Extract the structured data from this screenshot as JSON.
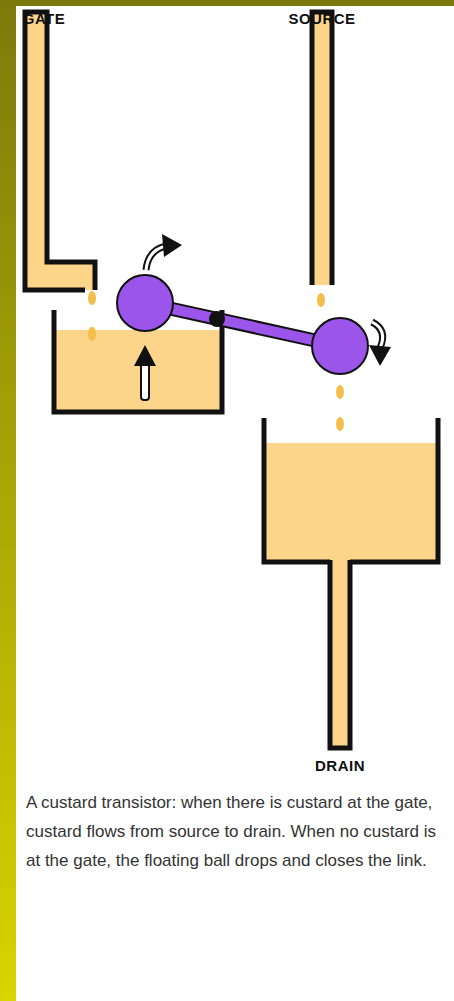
{
  "diagram": {
    "caption": "A custard transistor: when there is custard at the gate, custard flows from source to drain. When no custard is at the gate, the floating ball drops and closes the link.",
    "labels": [
      "GATE",
      "SOURCE",
      "DRAIN"
    ]
  }
}
